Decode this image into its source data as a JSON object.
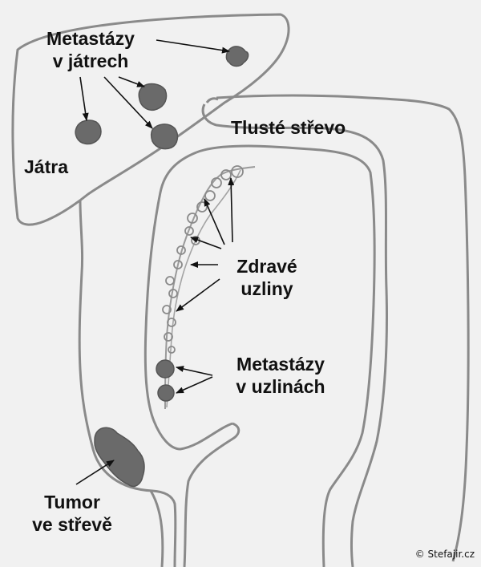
{
  "labels": {
    "liver_metastases_line1": "Metastázy",
    "liver_metastases_line2": "v játrech",
    "liver": "Játra",
    "colon": "Tlusté střevo",
    "healthy_nodes_line1": "Zdravé",
    "healthy_nodes_line2": "uzliny",
    "node_metastases_line1": "Metastázy",
    "node_metastases_line2": "v uzlinách",
    "tumor_line1": "Tumor",
    "tumor_line2": "ve střevě"
  },
  "copyright": "© Stefajir.cz",
  "colors": {
    "background": "#f1f1f1",
    "outline": "#8a8a8a",
    "lesion": "#6a6a6a",
    "arrow": "#111111"
  }
}
